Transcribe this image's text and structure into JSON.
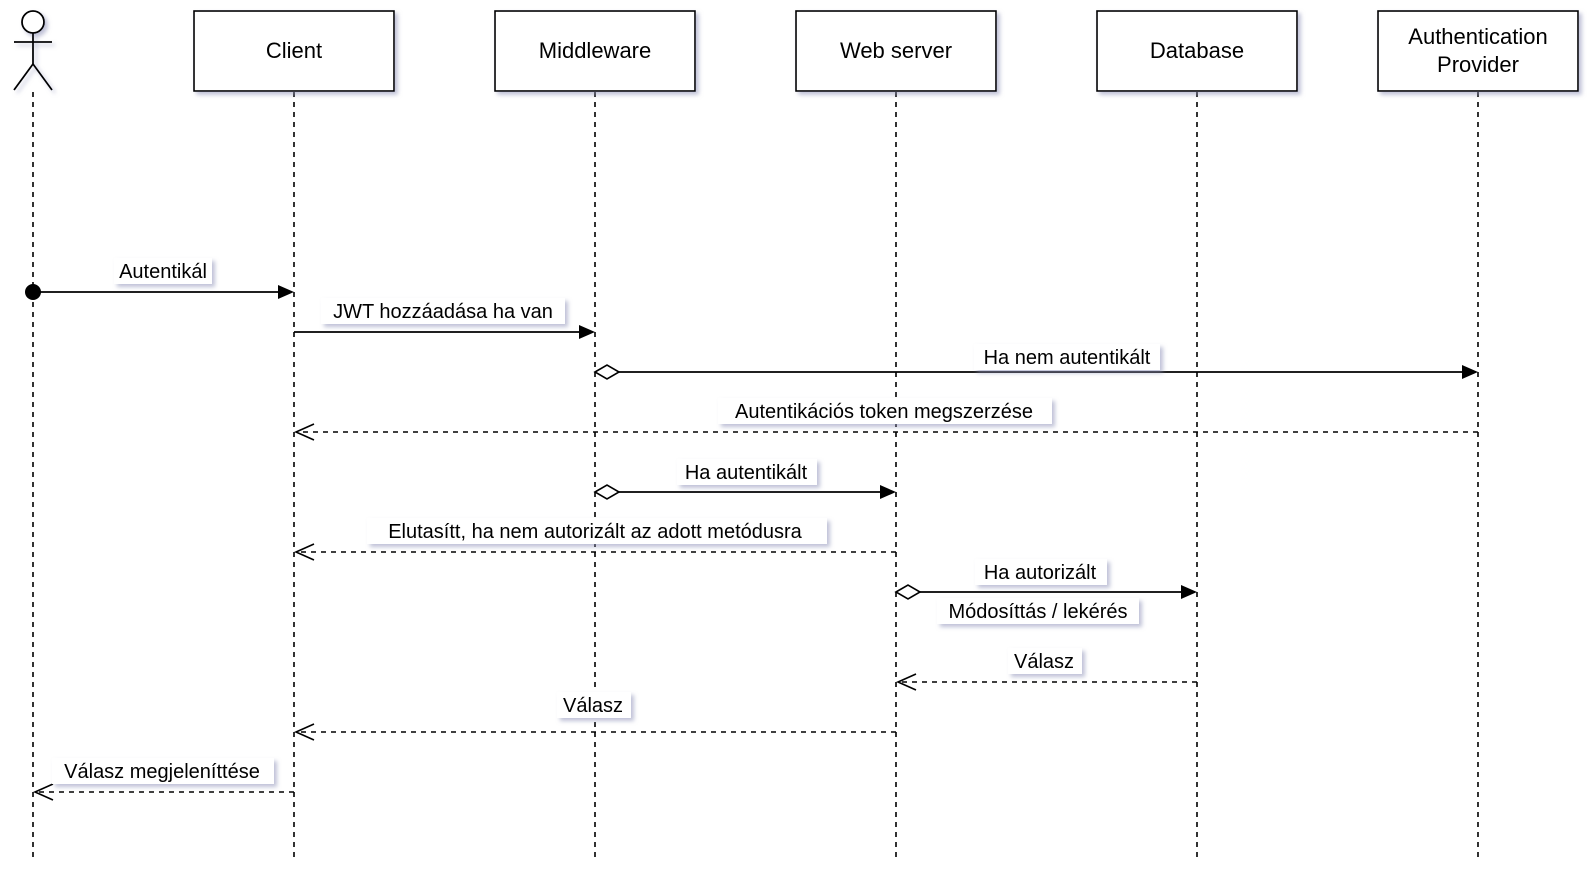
{
  "participants": {
    "actor": {
      "name": ""
    },
    "client": {
      "name": "Client"
    },
    "middleware": {
      "name": "Middleware"
    },
    "webserver": {
      "name": "Web server"
    },
    "database": {
      "name": "Database"
    },
    "auth": {
      "name_line1": "Authentication",
      "name_line2": "Provider"
    }
  },
  "messages": [
    {
      "id": "m1",
      "label": "Autentikál",
      "from": "actor",
      "to": "client",
      "style": "solid",
      "start": "filled-circle",
      "end": "filled-arrow"
    },
    {
      "id": "m2",
      "label": "JWT hozzáadása ha van",
      "from": "client",
      "to": "middleware",
      "style": "solid",
      "start": "none",
      "end": "filled-arrow"
    },
    {
      "id": "m3",
      "label": "Ha nem autentikált",
      "from": "middleware",
      "to": "auth",
      "style": "solid",
      "start": "open-diamond",
      "end": "filled-arrow"
    },
    {
      "id": "m4",
      "label": "Autentikációs token megszerzése",
      "from": "auth",
      "to": "client",
      "style": "dashed",
      "start": "none",
      "end": "open-arrow"
    },
    {
      "id": "m5",
      "label": "Ha autentikált",
      "from": "middleware",
      "to": "webserver",
      "style": "solid",
      "start": "open-diamond",
      "end": "filled-arrow"
    },
    {
      "id": "m6",
      "label": "Elutasítt, ha nem autorizált az adott metódusra",
      "from": "webserver",
      "to": "client",
      "style": "dashed",
      "start": "none",
      "end": "open-arrow"
    },
    {
      "id": "m7",
      "label": "Ha autorizált",
      "sublabel": "Módosíttás / lekérés",
      "from": "webserver",
      "to": "database",
      "style": "solid",
      "start": "open-diamond",
      "end": "filled-arrow"
    },
    {
      "id": "m8",
      "label": "Válasz",
      "from": "database",
      "to": "webserver",
      "style": "dashed",
      "start": "none",
      "end": "open-arrow"
    },
    {
      "id": "m9",
      "label": "Válasz",
      "from": "webserver",
      "to": "client",
      "style": "dashed",
      "start": "none",
      "end": "open-arrow"
    },
    {
      "id": "m10",
      "label": "Válasz megjeleníttése",
      "from": "client",
      "to": "actor",
      "style": "dashed",
      "start": "none",
      "end": "open-arrow"
    }
  ]
}
